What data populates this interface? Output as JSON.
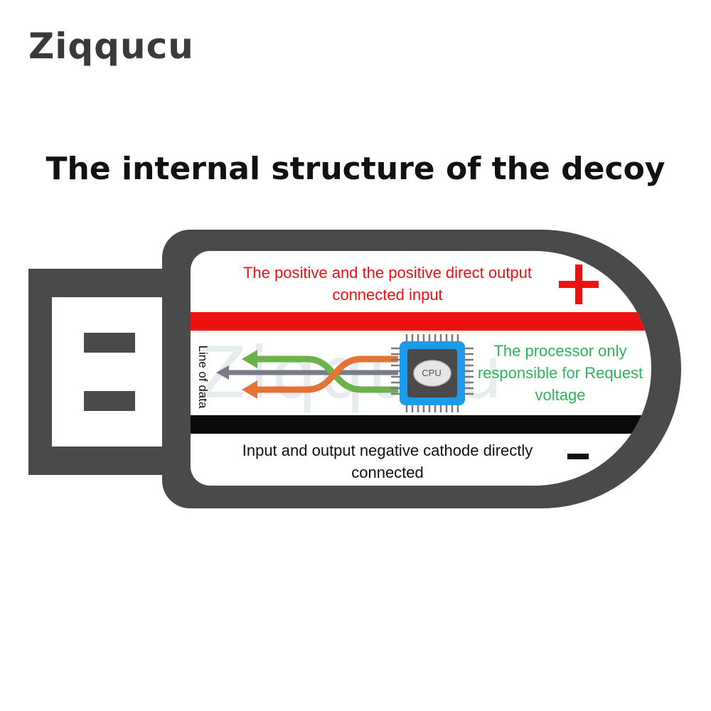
{
  "brand": {
    "name": "Ziqqucu"
  },
  "title": "The internal structure of the decoy",
  "labels": {
    "positive": "The positive and the positive direct output connected input",
    "plus_sign": "+",
    "processor": "The processor only responsible for Request voltage",
    "negative": "Input and output negative cathode directly connected",
    "minus_sign": "-",
    "data_line": "Line of data",
    "cpu": "CPU"
  },
  "colors": {
    "positive_rail": "#ee1111",
    "negative_rail": "#0a0a0a",
    "processor_text": "#2fb35b",
    "usb_body": "#4a4a4a",
    "cpu_chip": "#1e9be8",
    "arrow_green": "#6ab34a",
    "arrow_orange": "#e57335",
    "arrow_gray": "#7b7b8a"
  }
}
